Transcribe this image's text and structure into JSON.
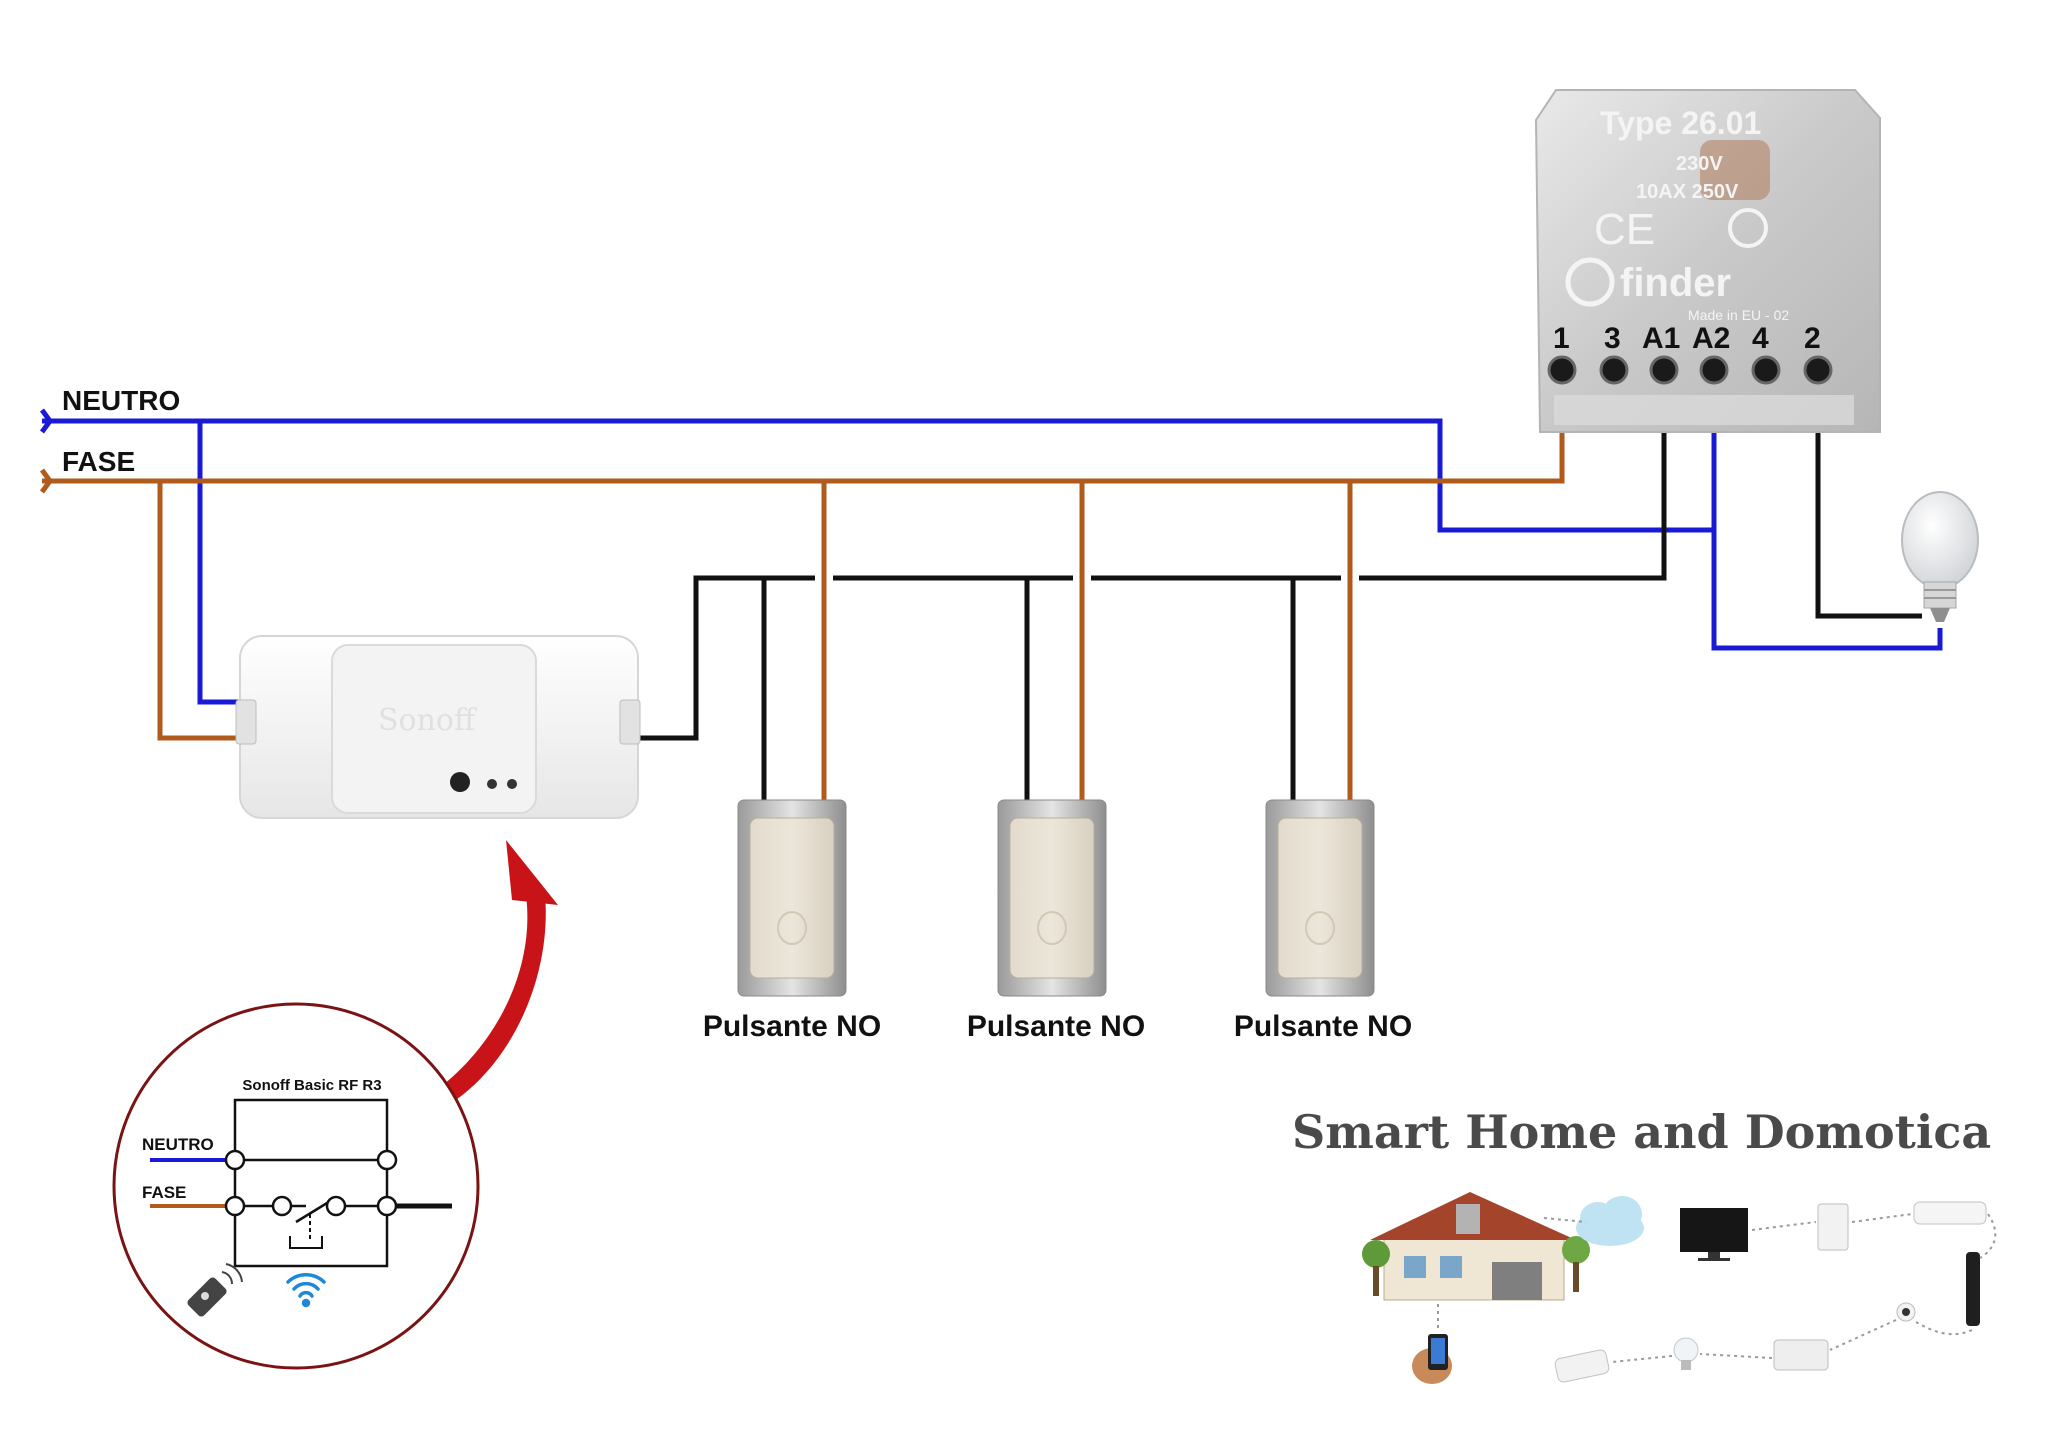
{
  "wires": {
    "neutral_label": "NEUTRO",
    "phase_label": "FASE"
  },
  "relay": {
    "type_label": "Type 26.01",
    "coil_rating": "230V",
    "contact_rating": "10AX 250V",
    "brand": "finder",
    "made_in": "Made in EU - 02",
    "terminals": [
      "1",
      "3",
      "A1",
      "A2",
      "4",
      "2"
    ]
  },
  "sonoff": {
    "brand": "Sonoff"
  },
  "buttons": [
    {
      "label": "Pulsante NO"
    },
    {
      "label": "Pulsante NO"
    },
    {
      "label": "Pulsante NO"
    }
  ],
  "inset": {
    "title": "Sonoff Basic RF R3",
    "neutral_label": "NEUTRO",
    "phase_label": "FASE",
    "icons": [
      "rf-remote-icon",
      "wifi-icon"
    ]
  },
  "footer": {
    "title": "Smart Home and Domotica"
  },
  "colors": {
    "neutral": "#1a1ad6",
    "phase": "#b05a1c",
    "control": "#111111",
    "arrow": "#c81418"
  }
}
